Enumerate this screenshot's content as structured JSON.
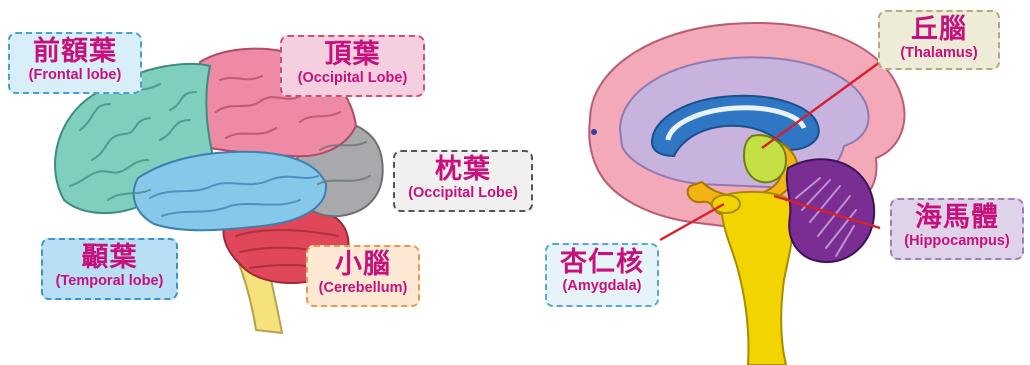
{
  "palette": {
    "label_text": "#c8107c",
    "pointer_line": "#d8202a",
    "frontal": "#7fcfbf",
    "parietal": "#ef8aa4",
    "occipital": "#a7a9ac",
    "temporal": "#86c8ea",
    "cerebellum": "#e0475a",
    "brainstem": "#f6e27a",
    "sagittal_cortex": "#f3a9b7",
    "ventricle": "#2f76c4",
    "thalamus": "#c4df43",
    "hippocampus": "#f2b414",
    "midbrain": "#f2d400",
    "sagittal_cerebellum": "#7a2e93"
  },
  "left_diagram": {
    "labels": [
      {
        "id": "frontal",
        "zh": "前額葉",
        "en": "(Frontal lobe)",
        "bg": "#d8eef8",
        "border": "#4a9fcc"
      },
      {
        "id": "parietal",
        "zh": "頂葉",
        "en": "(Occipital Lobe)",
        "bg": "#f4cfe0",
        "border": "#d64a7a"
      },
      {
        "id": "occipital",
        "zh": "枕葉",
        "en": "(Occipital Lobe)",
        "bg": "#f0f0f0",
        "border": "#555555"
      },
      {
        "id": "temporal",
        "zh": "顳葉",
        "en": "(Temporal lobe)",
        "bg": "#b8dff3",
        "border": "#3c95c9"
      },
      {
        "id": "cerebellum",
        "zh": "小腦",
        "en": "(Cerebellum)",
        "bg": "#fde8d4",
        "border": "#e69a4b"
      }
    ]
  },
  "right_diagram": {
    "labels": [
      {
        "id": "thalamus",
        "zh": "丘腦",
        "en": "(Thalamus)",
        "bg": "#eeebd8",
        "border": "#b3ab7c"
      },
      {
        "id": "hippocampus",
        "zh": "海馬體",
        "en": "(Hippocampus)",
        "bg": "#dfd3e9",
        "border": "#9c7fb8"
      },
      {
        "id": "amygdala",
        "zh": "杏仁核",
        "en": "(Amygdala)",
        "bg": "#e6f3f9",
        "border": "#5aa5cf"
      }
    ]
  }
}
